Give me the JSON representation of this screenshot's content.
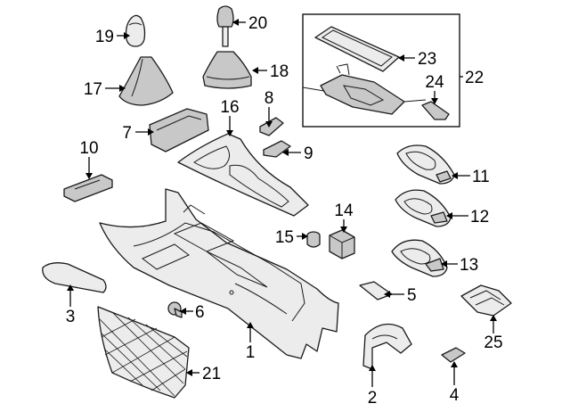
{
  "callouts": [
    {
      "id": "c1",
      "text": "1"
    },
    {
      "id": "c2",
      "text": "2"
    },
    {
      "id": "c3",
      "text": "3"
    },
    {
      "id": "c4",
      "text": "4"
    },
    {
      "id": "c5",
      "text": "5"
    },
    {
      "id": "c6",
      "text": "6"
    },
    {
      "id": "c7",
      "text": "7"
    },
    {
      "id": "c8",
      "text": "8"
    },
    {
      "id": "c9",
      "text": "9"
    },
    {
      "id": "c10",
      "text": "10"
    },
    {
      "id": "c11",
      "text": "11"
    },
    {
      "id": "c12",
      "text": "12"
    },
    {
      "id": "c13",
      "text": "13"
    },
    {
      "id": "c14",
      "text": "14"
    },
    {
      "id": "c15",
      "text": "15"
    },
    {
      "id": "c16",
      "text": "16"
    },
    {
      "id": "c17",
      "text": "17"
    },
    {
      "id": "c18",
      "text": "18"
    },
    {
      "id": "c19",
      "text": "19"
    },
    {
      "id": "c20",
      "text": "20"
    },
    {
      "id": "c21",
      "text": "21"
    },
    {
      "id": "c22",
      "text": "22"
    },
    {
      "id": "c23",
      "text": "23"
    },
    {
      "id": "c24",
      "text": "24"
    },
    {
      "id": "c25",
      "text": "25"
    }
  ],
  "colors": {
    "line": "#1a1a1a",
    "part_fill": "#ececec",
    "part_shade": "#c8c8c8",
    "background": "#ffffff"
  }
}
